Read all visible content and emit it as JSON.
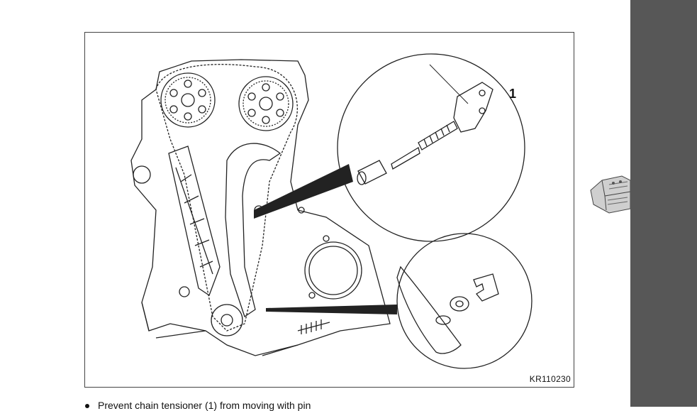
{
  "figure": {
    "callout_label": "1",
    "code": "KR110230"
  },
  "caption": {
    "text": "Prevent chain tensioner (1) from moving with pin"
  },
  "colors": {
    "sidebar": "#575757",
    "line": "#222222"
  }
}
